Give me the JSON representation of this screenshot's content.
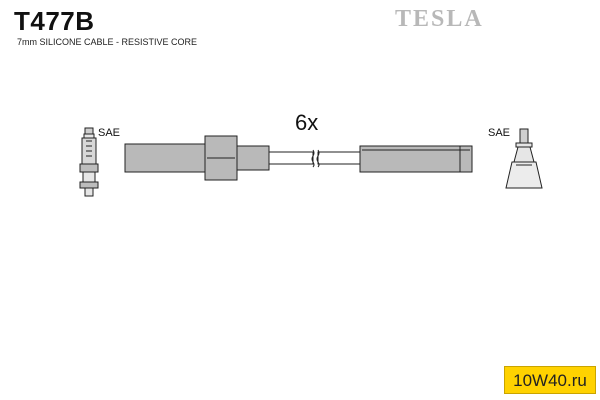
{
  "header": {
    "part_number": "T477B",
    "description": "7mm SILICONE CABLE - RESISTIVE CORE",
    "brand": "TESLA"
  },
  "diagram": {
    "quantity": "6x",
    "left_terminal_label": "SAE",
    "right_terminal_label": "SAE"
  },
  "watermark": {
    "text": "10W40.ru"
  },
  "colors": {
    "cable_fill": "#b9b9b9",
    "outline": "#222222",
    "watermark_bg": "#ffd200"
  }
}
